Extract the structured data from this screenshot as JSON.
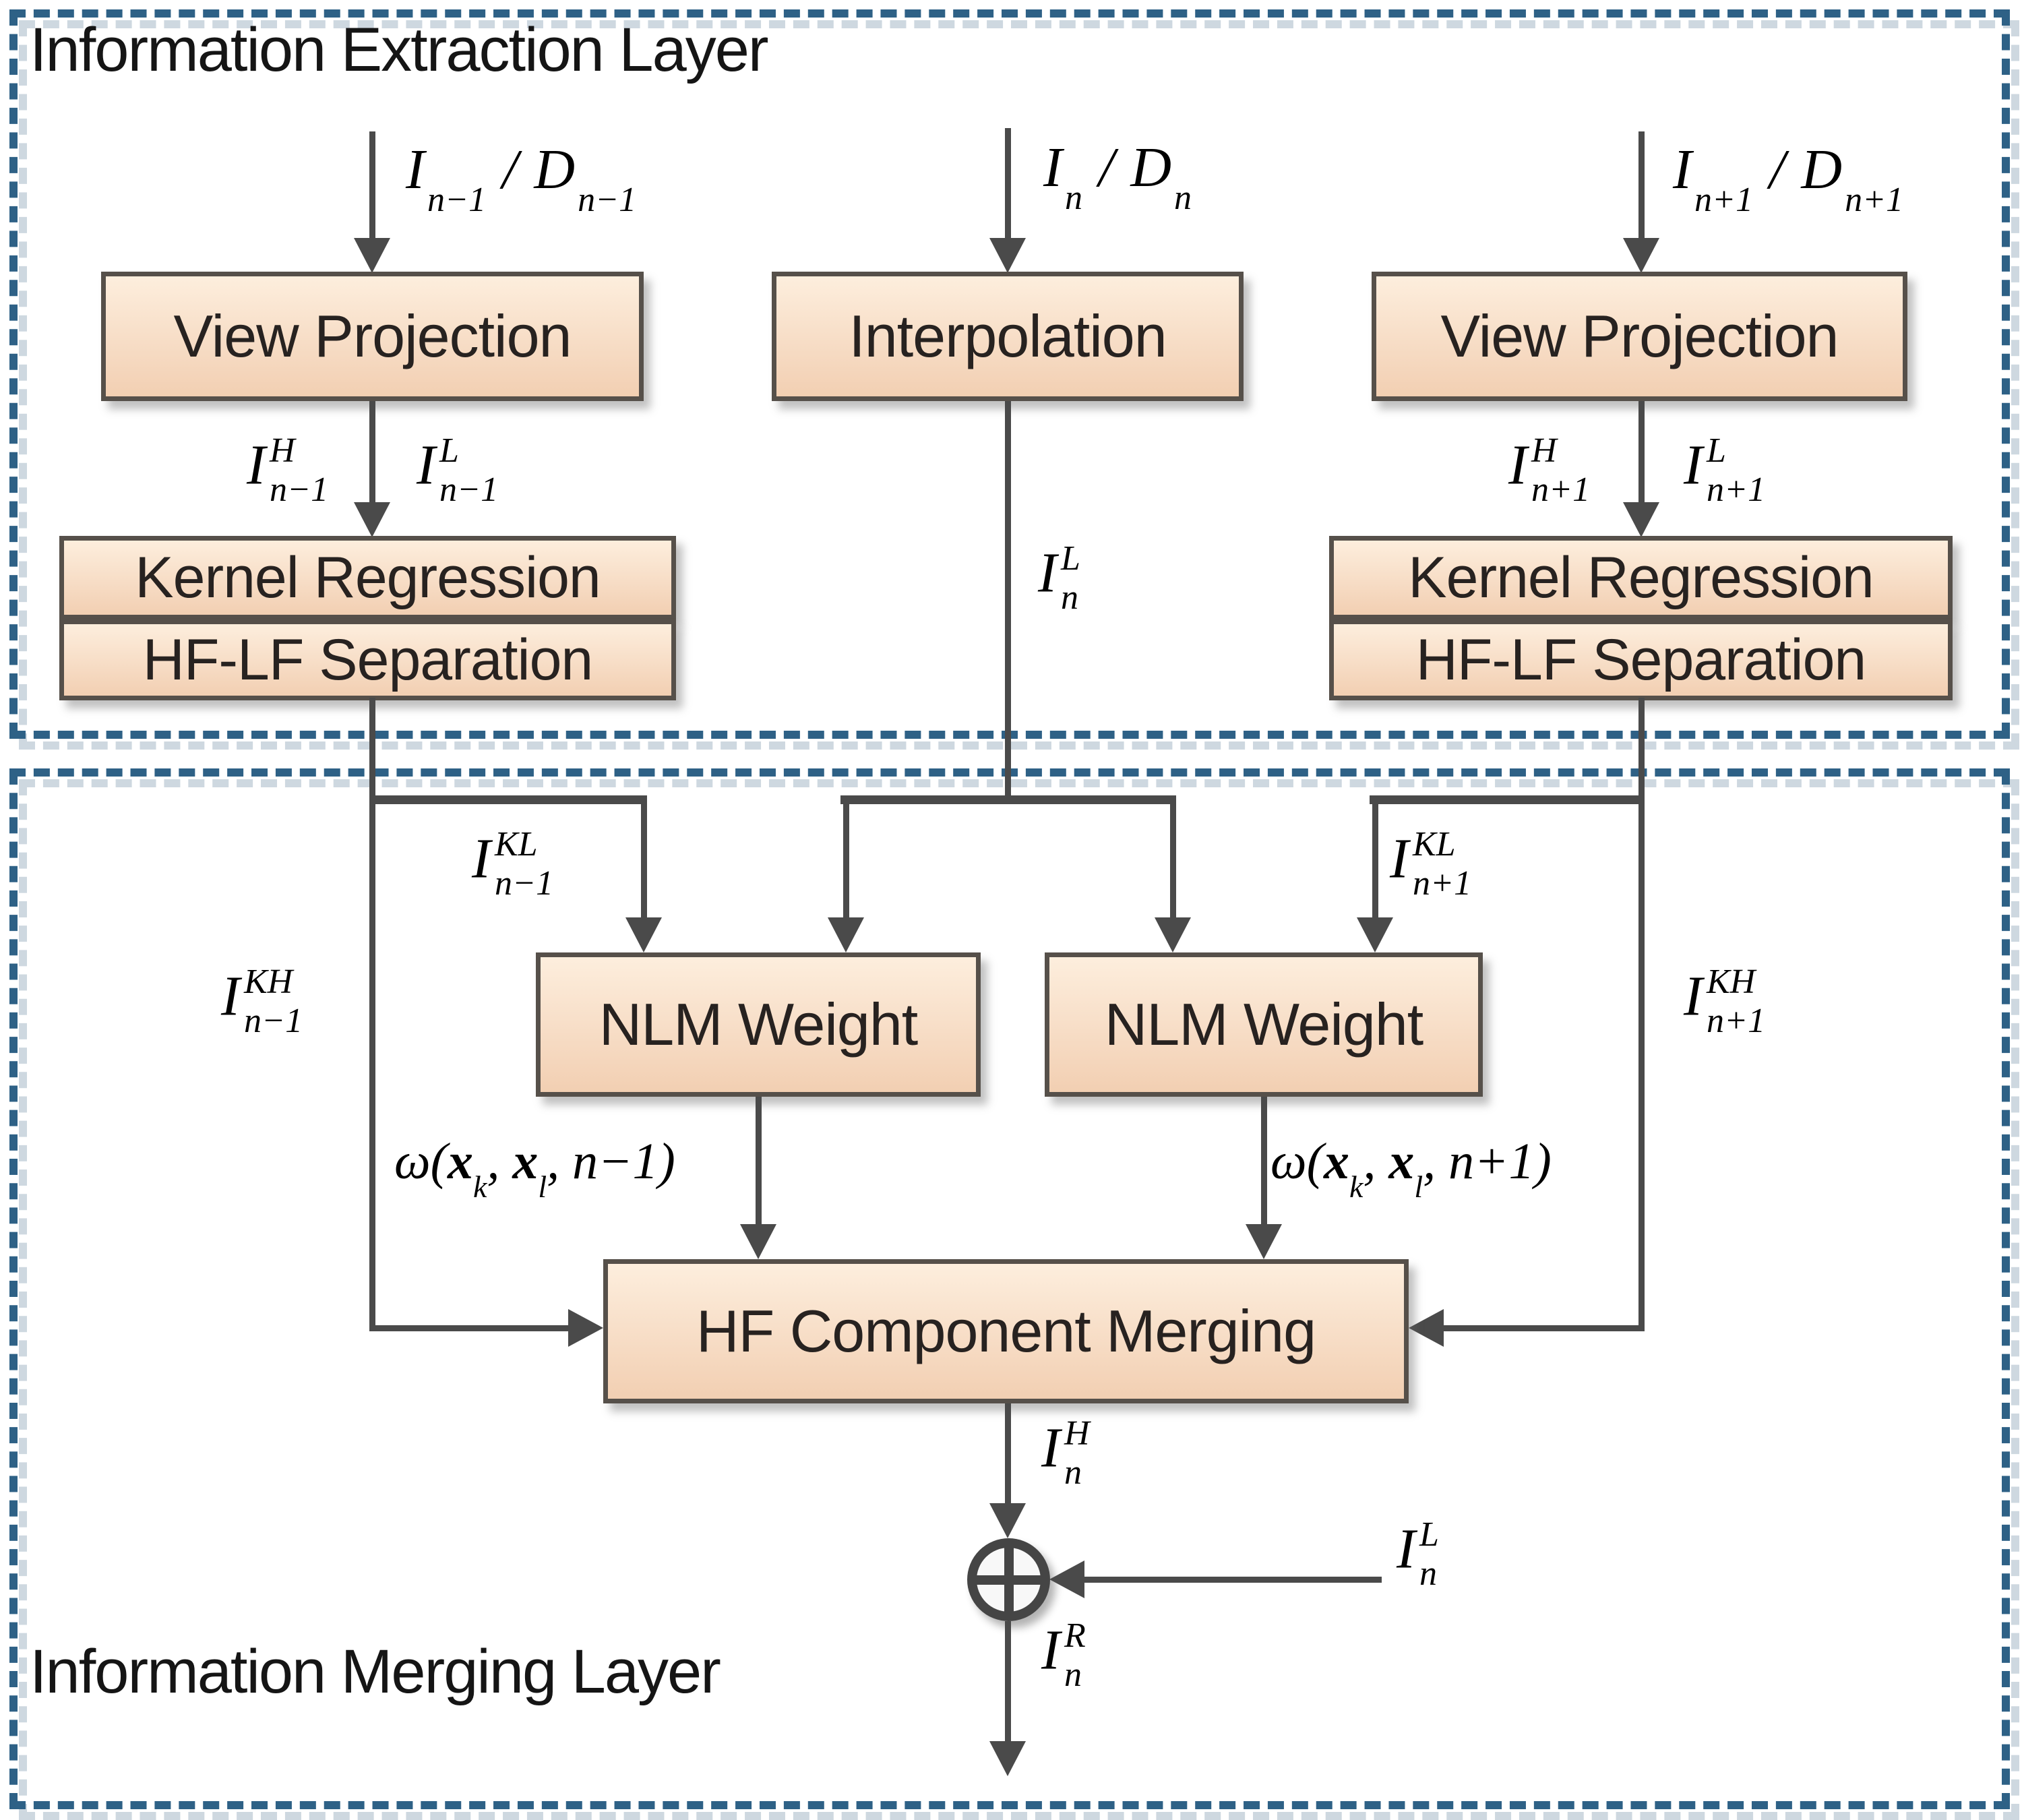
{
  "layers": {
    "extraction_title": "Information Extraction Layer",
    "merging_title": "Information Merging Layer"
  },
  "boxes": {
    "view_projection_left": "View Projection",
    "interpolation": "Interpolation",
    "view_projection_right": "View Projection",
    "kernel_regression_left": "Kernel Regression",
    "hf_lf_separation_left": "HF-LF Separation",
    "kernel_regression_right": "Kernel Regression",
    "hf_lf_separation_right": "HF-LF Separation",
    "nlm_weight_left": "NLM Weight",
    "nlm_weight_right": "NLM Weight",
    "hf_component_merging": "HF Component Merging"
  },
  "math": {
    "input_prev": {
      "base1": "I",
      "sub1": "n−1",
      "sep": "/",
      "base2": "D",
      "sub2": "n−1"
    },
    "input_cur": {
      "base1": "I",
      "sub1": "n",
      "sep": "/",
      "base2": "D",
      "sub2": "n"
    },
    "input_next": {
      "base1": "I",
      "sub1": "n+1",
      "sep": "/",
      "base2": "D",
      "sub2": "n+1"
    },
    "ih_prev": {
      "base": "I",
      "sup": "H",
      "sub": "n−1"
    },
    "il_prev": {
      "base": "I",
      "sup": "L",
      "sub": "n−1"
    },
    "ih_next": {
      "base": "I",
      "sup": "H",
      "sub": "n+1"
    },
    "il_next": {
      "base": "I",
      "sup": "L",
      "sub": "n+1"
    },
    "il_mid": {
      "base": "I",
      "sup": "L",
      "sub": "n"
    },
    "ikl_prev": {
      "base": "I",
      "sup": "KL",
      "sub": "n−1"
    },
    "ikl_next": {
      "base": "I",
      "sup": "KL",
      "sub": "n+1"
    },
    "ikh_prev": {
      "base": "I",
      "sup": "KH",
      "sub": "n−1"
    },
    "ikh_next": {
      "base": "I",
      "sup": "KH",
      "sub": "n+1"
    },
    "omega_prev": {
      "pre": "ω(",
      "x1": "x",
      "sub1": "k",
      "c1": ", ",
      "x2": "x",
      "sub2": "l",
      "c2": ", ",
      "tail": "n−1)"
    },
    "omega_next": {
      "pre": "ω(",
      "x1": "x",
      "sub1": "k",
      "c1": ", ",
      "x2": "x",
      "sub2": "l",
      "c2": ", ",
      "tail": "n+1)"
    },
    "ih_n": {
      "base": "I",
      "sup": "H",
      "sub": "n"
    },
    "il_n": {
      "base": "I",
      "sup": "L",
      "sub": "n"
    },
    "ir_n": {
      "base": "I",
      "sup": "R",
      "sub": "n"
    }
  },
  "icons": {
    "sum_node": "circled-plus"
  },
  "colors": {
    "background": "#ffffff",
    "layer_border": "#2e6186",
    "node_border": "#56504a",
    "node_fill_top": "#fdeedd",
    "node_fill_bottom": "#f2cfb2",
    "connector": "#4a4a4a",
    "text": "#272220"
  }
}
